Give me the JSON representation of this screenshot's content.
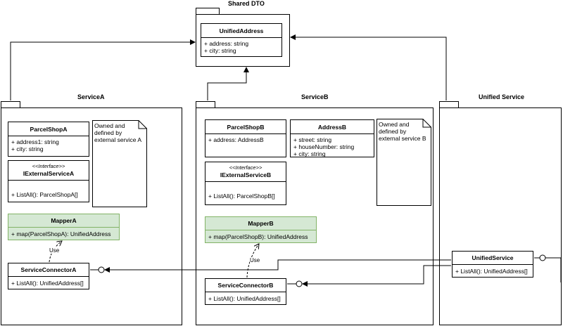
{
  "packages": {
    "shared_dto": {
      "title": "Shared DTO"
    },
    "service_a": {
      "title": "ServiceA"
    },
    "service_b": {
      "title": "ServiceB"
    },
    "unified_service": {
      "title": "Unified Service"
    }
  },
  "classes": {
    "unified_address": {
      "name": "UnifiedAddress",
      "members": [
        "+ address: string",
        "+ city: string"
      ]
    },
    "parcel_shop_a": {
      "name": "ParcelShopA",
      "members": [
        "+ address1: string",
        "+ city: string"
      ]
    },
    "iexternal_service_a": {
      "stereotype": "<<Interface>>",
      "name": "IExternalServiceA",
      "members": [
        "+ ListAll(): ParcelShopA[]"
      ]
    },
    "mapper_a": {
      "name": "MapperA",
      "members": [
        "+ map(ParcelShopA): UnifiedAddress"
      ]
    },
    "service_connector_a": {
      "name": "ServiceConnectorA",
      "members": [
        "+ ListAll(): UnifiedAddress[]"
      ]
    },
    "parcel_shop_b": {
      "name": "ParcelShopB",
      "members": [
        "+ address: AddressB"
      ]
    },
    "address_b": {
      "name": "AddressB",
      "members": [
        "+ street: string",
        "+ houseNumber: string",
        "+ city: string"
      ]
    },
    "iexternal_service_b": {
      "stereotype": "<<Interface>>",
      "name": "IExternalServiceB",
      "members": [
        "+ ListAll(): ParcelShopB[]"
      ]
    },
    "mapper_b": {
      "name": "MapperB",
      "members": [
        "+ map(ParcelShopB): UnifiedAddress"
      ]
    },
    "service_connector_b": {
      "name": "ServiceConnectorB",
      "members": [
        "+ ListAll(): UnifiedAddress[]"
      ]
    },
    "unified_service": {
      "name": "UnifiedService",
      "members": [
        "+ ListAll(): UnifiedAddress[]"
      ]
    }
  },
  "notes": {
    "note_a": "Owned and\ndefined by\nexternal service A",
    "note_b": "Owned and\ndefined by\nexternal service B"
  },
  "labels": {
    "use_a": "Use",
    "use_b": "Use"
  }
}
